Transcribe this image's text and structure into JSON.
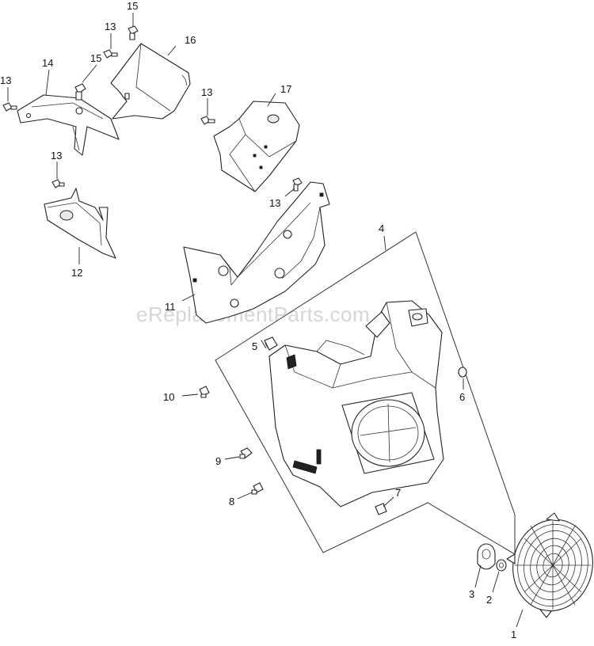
{
  "watermark": "eReplacementParts.com",
  "callouts": {
    "c1": "1",
    "c2": "2",
    "c3": "3",
    "c4": "4",
    "c5": "5",
    "c6": "6",
    "c7": "7",
    "c8": "8",
    "c9": "9",
    "c10": "10",
    "c11": "11",
    "c12": "12",
    "c13a": "13",
    "c13b": "13",
    "c13c": "13",
    "c13d": "13",
    "c13e": "13",
    "c14": "14",
    "c15a": "15",
    "c15b": "15",
    "c16": "16",
    "c17": "17"
  }
}
